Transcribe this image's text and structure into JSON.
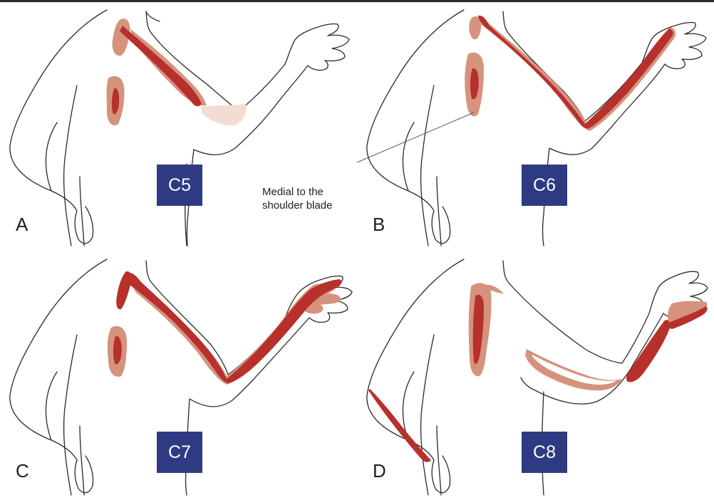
{
  "colors": {
    "dark_zone": "#b7302b",
    "light_zone": "#d5937d",
    "faint_zone": "#f1ddd1",
    "label_box": "#2e3a82",
    "outline": "#2a2a2a"
  },
  "panels": [
    {
      "letter": "A",
      "level": "C5"
    },
    {
      "letter": "B",
      "level": "C6"
    },
    {
      "letter": "C",
      "level": "C7"
    },
    {
      "letter": "D",
      "level": "C8"
    }
  ],
  "annotation": {
    "line1": "Medial to the",
    "line2": "shoulder blade"
  }
}
